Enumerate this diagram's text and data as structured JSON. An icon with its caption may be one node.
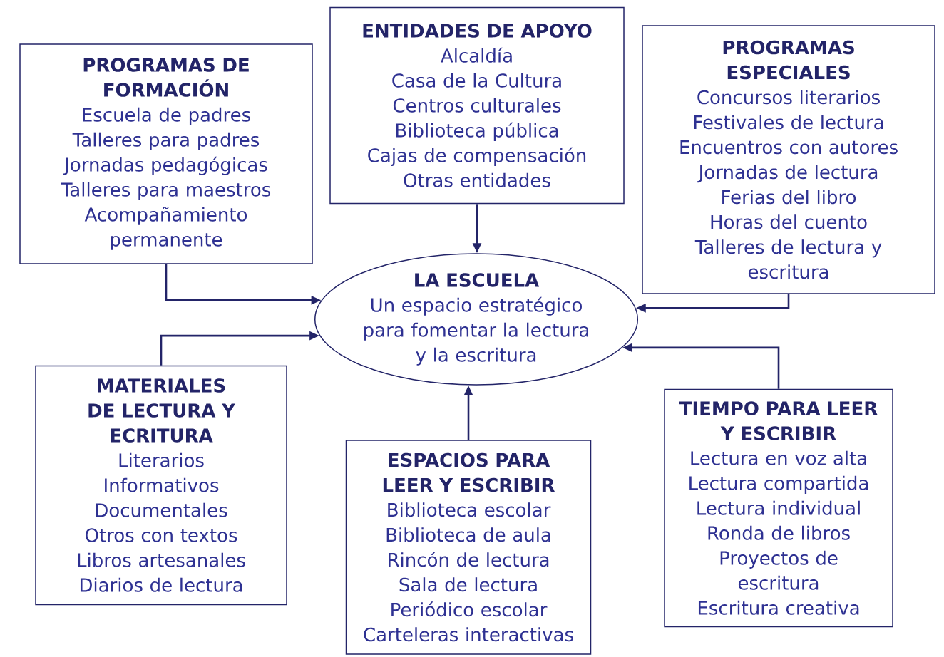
{
  "diagram": {
    "nodes": [
      {
        "text": [
          "PROGRAMAS DE FORMACIÓN",
          "Escuela de padres",
          "Talleres para padres",
          "Jornadas pedagógicas",
          "Talleres para maestros",
          "Acompañamiento permanente"
        ]
      },
      {
        "text": [
          "ENTIDADES DE APOYO",
          "Alcaldía",
          "Casa de la Cultura",
          "Centros culturales",
          "Biblioteca pública",
          "Cajas de compensación",
          "Otras entidades"
        ]
      },
      {
        "text": [
          "PROGRAMAS ESPECIALES",
          "Concursos literarios",
          "Festivales de lectura",
          "Encuentros con autores",
          "Jornadas de lectura",
          "Ferias del libro",
          "Horas del cuento",
          "Talleres de lectura y escritura"
        ]
      },
      {
        "text": [
          "LA ESCUELA",
          "Un espacio estratégico para fomentar la lectura y la escritura"
        ]
      },
      {
        "text": [
          "MATERIALES DE LECTURA Y ECRITURA",
          "Literarios",
          "Informativos",
          "Documentales",
          "Otros con textos",
          "Libros artesanales",
          "Diarios de lectura"
        ]
      },
      {
        "text": [
          "ESPACIOS PARA LEER Y ESCRIBIR",
          "Biblioteca escolar",
          "Biblioteca de aula",
          "Rincón de lectura",
          "Sala de lectura",
          "Periódico escolar",
          "Carteleras interactivas"
        ]
      },
      {
        "text": [
          "TIEMPO PARA LEER Y ESCRIBIR",
          "Lectura en voz alta",
          "Lectura compartida",
          "Lectura individual",
          "Ronda de libros",
          "Proyectos de escritura",
          "Escritura creativa"
        ]
      }
    ],
    "edges": [
      {
        "from": 0,
        "to": 3,
        "arrow": "to"
      },
      {
        "from": 1,
        "to": 3,
        "arrow": "to"
      },
      {
        "from": 2,
        "to": 3,
        "arrow": "to"
      },
      {
        "from": 4,
        "to": 3,
        "arrow": "to"
      },
      {
        "from": 5,
        "to": 3,
        "arrow": "to"
      },
      {
        "from": 6,
        "to": 3,
        "arrow": "to"
      }
    ]
  }
}
